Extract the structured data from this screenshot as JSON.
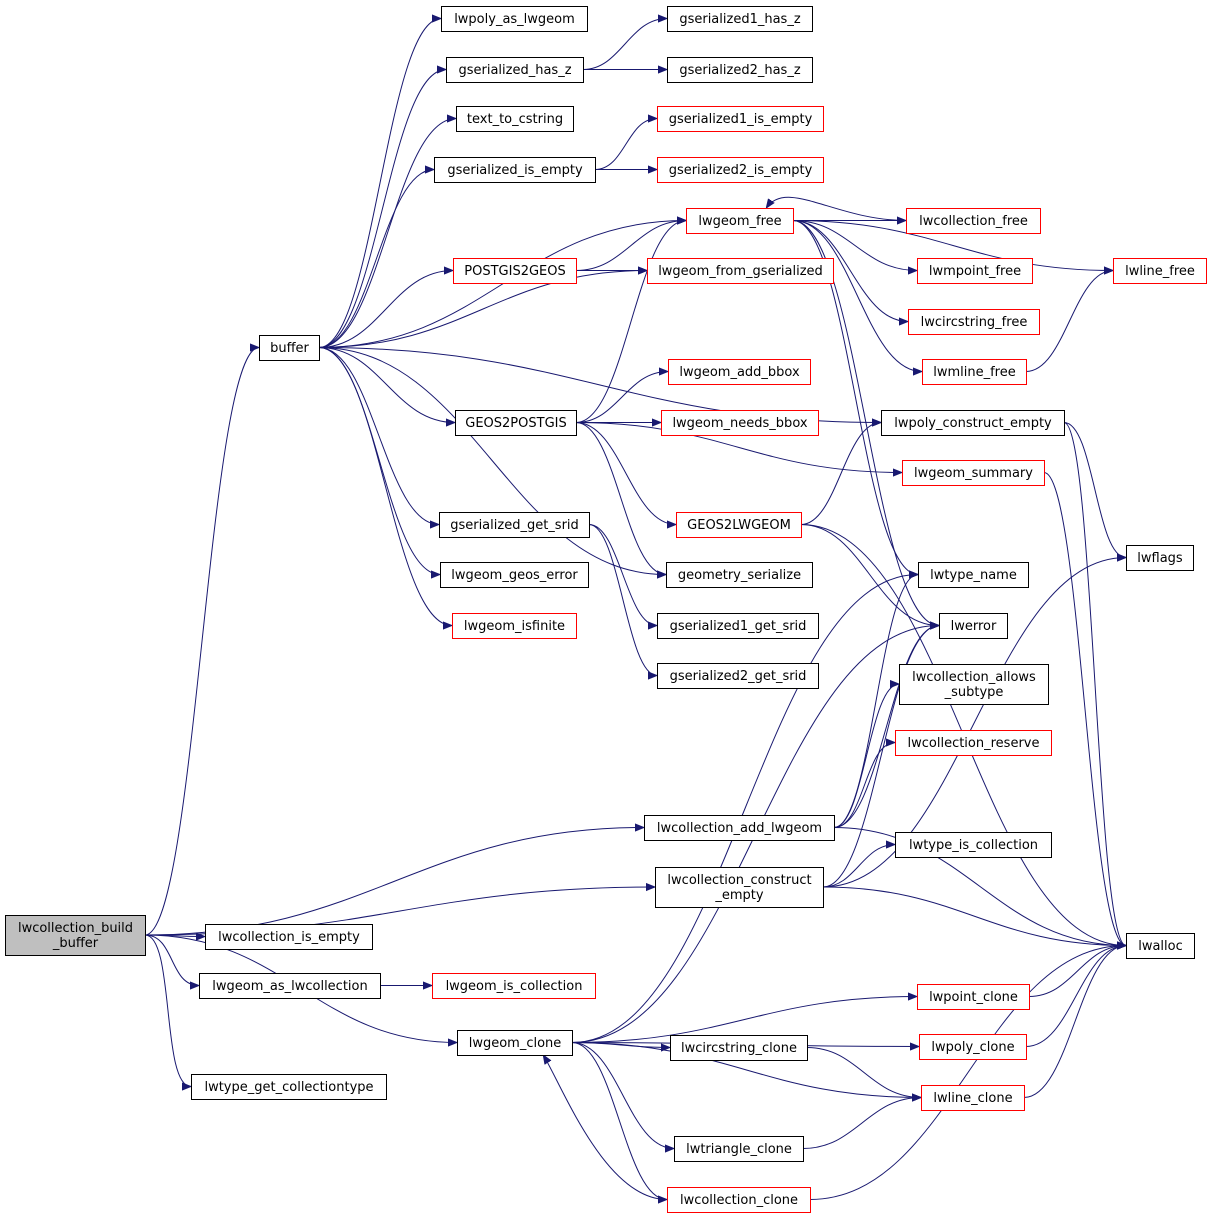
{
  "colors": {
    "edge": "#191970",
    "node_border_default": "#000000",
    "node_border_truncated": "#ff0000",
    "root_fill": "#bfbfbf",
    "node_fill": "#ffffff"
  },
  "nodes": [
    {
      "id": "lwcollection_build_buffer",
      "lines": [
        "lwcollection_build",
        "_buffer"
      ],
      "kind": "root"
    },
    {
      "id": "buffer",
      "lines": [
        "buffer"
      ],
      "kind": "normal"
    },
    {
      "id": "lwpoly_as_lwgeom",
      "lines": [
        "lwpoly_as_lwgeom"
      ],
      "kind": "normal"
    },
    {
      "id": "gserialized_has_z",
      "lines": [
        "gserialized_has_z"
      ],
      "kind": "normal"
    },
    {
      "id": "gserialized1_has_z",
      "lines": [
        "gserialized1_has_z"
      ],
      "kind": "normal"
    },
    {
      "id": "gserialized2_has_z",
      "lines": [
        "gserialized2_has_z"
      ],
      "kind": "normal"
    },
    {
      "id": "text_to_cstring",
      "lines": [
        "text_to_cstring"
      ],
      "kind": "normal"
    },
    {
      "id": "gserialized_is_empty",
      "lines": [
        "gserialized_is_empty"
      ],
      "kind": "normal"
    },
    {
      "id": "gserialized1_is_empty",
      "lines": [
        "gserialized1_is_empty"
      ],
      "kind": "truncated"
    },
    {
      "id": "gserialized2_is_empty",
      "lines": [
        "gserialized2_is_empty"
      ],
      "kind": "truncated"
    },
    {
      "id": "lwgeom_free",
      "lines": [
        "lwgeom_free"
      ],
      "kind": "truncated"
    },
    {
      "id": "lwcollection_free",
      "lines": [
        "lwcollection_free"
      ],
      "kind": "truncated"
    },
    {
      "id": "lwline_free",
      "lines": [
        "lwline_free"
      ],
      "kind": "truncated"
    },
    {
      "id": "POSTGIS2GEOS",
      "lines": [
        "POSTGIS2GEOS"
      ],
      "kind": "truncated"
    },
    {
      "id": "lwgeom_from_gserialized",
      "lines": [
        "lwgeom_from_gserialized"
      ],
      "kind": "truncated"
    },
    {
      "id": "lwmpoint_free",
      "lines": [
        "lwmpoint_free"
      ],
      "kind": "truncated"
    },
    {
      "id": "lwcircstring_free",
      "lines": [
        "lwcircstring_free"
      ],
      "kind": "truncated"
    },
    {
      "id": "lwmline_free",
      "lines": [
        "lwmline_free"
      ],
      "kind": "truncated"
    },
    {
      "id": "lwgeom_add_bbox",
      "lines": [
        "lwgeom_add_bbox"
      ],
      "kind": "truncated"
    },
    {
      "id": "GEOS2POSTGIS",
      "lines": [
        "GEOS2POSTGIS"
      ],
      "kind": "normal"
    },
    {
      "id": "lwgeom_needs_bbox",
      "lines": [
        "lwgeom_needs_bbox"
      ],
      "kind": "truncated"
    },
    {
      "id": "lwpoly_construct_empty",
      "lines": [
        "lwpoly_construct_empty"
      ],
      "kind": "normal"
    },
    {
      "id": "lwgeom_summary",
      "lines": [
        "lwgeom_summary"
      ],
      "kind": "truncated"
    },
    {
      "id": "gserialized_get_srid",
      "lines": [
        "gserialized_get_srid"
      ],
      "kind": "normal"
    },
    {
      "id": "GEOS2LWGEOM",
      "lines": [
        "GEOS2LWGEOM"
      ],
      "kind": "truncated"
    },
    {
      "id": "lwflags",
      "lines": [
        "lwflags"
      ],
      "kind": "normal"
    },
    {
      "id": "lwgeom_geos_error",
      "lines": [
        "lwgeom_geos_error"
      ],
      "kind": "normal"
    },
    {
      "id": "geometry_serialize",
      "lines": [
        "geometry_serialize"
      ],
      "kind": "normal"
    },
    {
      "id": "lwtype_name",
      "lines": [
        "lwtype_name"
      ],
      "kind": "normal"
    },
    {
      "id": "lwgeom_isfinite",
      "lines": [
        "lwgeom_isfinite"
      ],
      "kind": "truncated"
    },
    {
      "id": "gserialized1_get_srid",
      "lines": [
        "gserialized1_get_srid"
      ],
      "kind": "normal"
    },
    {
      "id": "lwerror",
      "lines": [
        "lwerror"
      ],
      "kind": "normal"
    },
    {
      "id": "gserialized2_get_srid",
      "lines": [
        "gserialized2_get_srid"
      ],
      "kind": "normal"
    },
    {
      "id": "lwcollection_allows_subtype",
      "lines": [
        "lwcollection_allows",
        "_subtype"
      ],
      "kind": "normal"
    },
    {
      "id": "lwcollection_reserve",
      "lines": [
        "lwcollection_reserve"
      ],
      "kind": "truncated"
    },
    {
      "id": "lwcollection_add_lwgeom",
      "lines": [
        "lwcollection_add_lwgeom"
      ],
      "kind": "normal"
    },
    {
      "id": "lwtype_is_collection",
      "lines": [
        "lwtype_is_collection"
      ],
      "kind": "normal"
    },
    {
      "id": "lwcollection_construct_empty",
      "lines": [
        "lwcollection_construct",
        "_empty"
      ],
      "kind": "normal"
    },
    {
      "id": "lwcollection_is_empty",
      "lines": [
        "lwcollection_is_empty"
      ],
      "kind": "normal"
    },
    {
      "id": "lwalloc",
      "lines": [
        "lwalloc"
      ],
      "kind": "normal"
    },
    {
      "id": "lwgeom_as_lwcollection",
      "lines": [
        "lwgeom_as_lwcollection"
      ],
      "kind": "normal"
    },
    {
      "id": "lwgeom_is_collection",
      "lines": [
        "lwgeom_is_collection"
      ],
      "kind": "truncated"
    },
    {
      "id": "lwpoint_clone",
      "lines": [
        "lwpoint_clone"
      ],
      "kind": "truncated"
    },
    {
      "id": "lwgeom_clone",
      "lines": [
        "lwgeom_clone"
      ],
      "kind": "normal"
    },
    {
      "id": "lwcircstring_clone",
      "lines": [
        "lwcircstring_clone"
      ],
      "kind": "normal"
    },
    {
      "id": "lwpoly_clone",
      "lines": [
        "lwpoly_clone"
      ],
      "kind": "truncated"
    },
    {
      "id": "lwtype_get_collectiontype",
      "lines": [
        "lwtype_get_collectiontype"
      ],
      "kind": "normal"
    },
    {
      "id": "lwline_clone",
      "lines": [
        "lwline_clone"
      ],
      "kind": "truncated"
    },
    {
      "id": "lwtriangle_clone",
      "lines": [
        "lwtriangle_clone"
      ],
      "kind": "normal"
    },
    {
      "id": "lwcollection_clone",
      "lines": [
        "lwcollection_clone"
      ],
      "kind": "truncated"
    }
  ],
  "edges": [
    [
      "lwcollection_build_buffer",
      "buffer"
    ],
    [
      "lwcollection_build_buffer",
      "lwcollection_add_lwgeom"
    ],
    [
      "lwcollection_build_buffer",
      "lwcollection_construct_empty"
    ],
    [
      "lwcollection_build_buffer",
      "lwcollection_is_empty"
    ],
    [
      "lwcollection_build_buffer",
      "lwgeom_as_lwcollection"
    ],
    [
      "lwcollection_build_buffer",
      "lwgeom_clone"
    ],
    [
      "lwcollection_build_buffer",
      "lwtype_get_collectiontype"
    ],
    [
      "buffer",
      "lwpoly_as_lwgeom"
    ],
    [
      "buffer",
      "gserialized_has_z"
    ],
    [
      "buffer",
      "text_to_cstring"
    ],
    [
      "buffer",
      "gserialized_is_empty"
    ],
    [
      "buffer",
      "lwgeom_free"
    ],
    [
      "buffer",
      "POSTGIS2GEOS"
    ],
    [
      "buffer",
      "lwgeom_from_gserialized"
    ],
    [
      "buffer",
      "lwpoly_construct_empty"
    ],
    [
      "buffer",
      "GEOS2POSTGIS"
    ],
    [
      "buffer",
      "gserialized_get_srid"
    ],
    [
      "buffer",
      "lwgeom_geos_error"
    ],
    [
      "buffer",
      "geometry_serialize"
    ],
    [
      "buffer",
      "lwgeom_isfinite"
    ],
    [
      "gserialized_has_z",
      "gserialized1_has_z"
    ],
    [
      "gserialized_has_z",
      "gserialized2_has_z"
    ],
    [
      "gserialized_is_empty",
      "gserialized1_is_empty"
    ],
    [
      "gserialized_is_empty",
      "gserialized2_is_empty"
    ],
    [
      "POSTGIS2GEOS",
      "lwgeom_free"
    ],
    [
      "POSTGIS2GEOS",
      "lwgeom_from_gserialized"
    ],
    [
      "lwgeom_free",
      "lwcollection_free"
    ],
    [
      "lwgeom_free",
      "lwline_free"
    ],
    [
      "lwgeom_free",
      "lwmpoint_free"
    ],
    [
      "lwgeom_free",
      "lwcircstring_free"
    ],
    [
      "lwgeom_free",
      "lwmline_free"
    ],
    [
      "lwgeom_free",
      "lwtype_name"
    ],
    [
      "lwgeom_free",
      "lwerror"
    ],
    [
      "lwcollection_free",
      "lwgeom_free"
    ],
    [
      "lwmline_free",
      "lwline_free"
    ],
    [
      "GEOS2POSTGIS",
      "lwgeom_free"
    ],
    [
      "GEOS2POSTGIS",
      "lwgeom_add_bbox"
    ],
    [
      "GEOS2POSTGIS",
      "lwgeom_needs_bbox"
    ],
    [
      "GEOS2POSTGIS",
      "lwgeom_summary"
    ],
    [
      "GEOS2POSTGIS",
      "GEOS2LWGEOM"
    ],
    [
      "GEOS2POSTGIS",
      "geometry_serialize"
    ],
    [
      "GEOS2LWGEOM",
      "lwpoly_construct_empty"
    ],
    [
      "GEOS2LWGEOM",
      "lwerror"
    ],
    [
      "GEOS2LWGEOM",
      "lwalloc"
    ],
    [
      "lwpoly_construct_empty",
      "lwflags"
    ],
    [
      "lwpoly_construct_empty",
      "lwalloc"
    ],
    [
      "lwgeom_summary",
      "lwalloc"
    ],
    [
      "gserialized_get_srid",
      "gserialized1_get_srid"
    ],
    [
      "gserialized_get_srid",
      "gserialized2_get_srid"
    ],
    [
      "lwcollection_add_lwgeom",
      "lwtype_name"
    ],
    [
      "lwcollection_add_lwgeom",
      "lwerror"
    ],
    [
      "lwcollection_add_lwgeom",
      "lwcollection_allows_subtype"
    ],
    [
      "lwcollection_add_lwgeom",
      "lwcollection_reserve"
    ],
    [
      "lwcollection_add_lwgeom",
      "lwalloc"
    ],
    [
      "lwcollection_construct_empty",
      "lwerror"
    ],
    [
      "lwcollection_construct_empty",
      "lwtype_is_collection"
    ],
    [
      "lwcollection_construct_empty",
      "lwflags"
    ],
    [
      "lwcollection_construct_empty",
      "lwalloc"
    ],
    [
      "lwgeom_as_lwcollection",
      "lwgeom_is_collection"
    ],
    [
      "lwgeom_clone",
      "lwerror"
    ],
    [
      "lwgeom_clone",
      "lwtype_name"
    ],
    [
      "lwgeom_clone",
      "lwpoint_clone"
    ],
    [
      "lwgeom_clone",
      "lwpoly_clone"
    ],
    [
      "lwgeom_clone",
      "lwcircstring_clone"
    ],
    [
      "lwgeom_clone",
      "lwline_clone"
    ],
    [
      "lwgeom_clone",
      "lwtriangle_clone"
    ],
    [
      "lwgeom_clone",
      "lwcollection_clone"
    ],
    [
      "lwpoint_clone",
      "lwalloc"
    ],
    [
      "lwpoly_clone",
      "lwalloc"
    ],
    [
      "lwcircstring_clone",
      "lwline_clone"
    ],
    [
      "lwline_clone",
      "lwalloc"
    ],
    [
      "lwtriangle_clone",
      "lwline_clone"
    ],
    [
      "lwcollection_clone",
      "lwgeom_clone"
    ],
    [
      "lwcollection_clone",
      "lwalloc"
    ]
  ]
}
